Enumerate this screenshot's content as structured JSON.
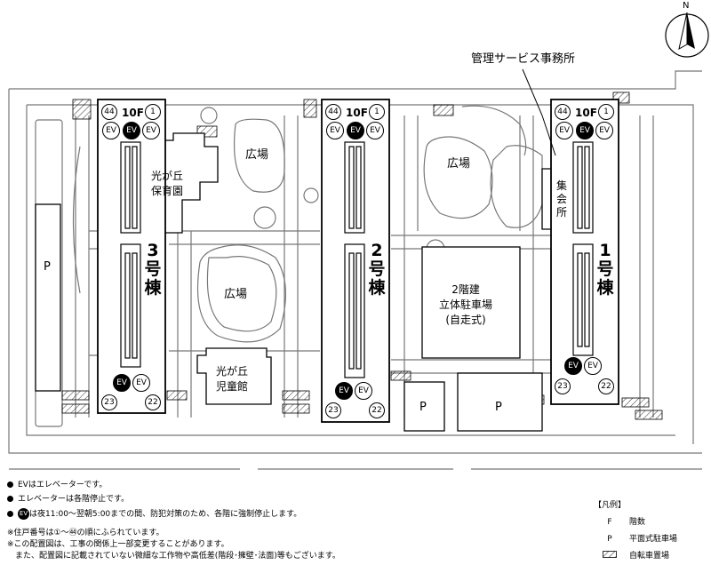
{
  "north": "N",
  "buildings": [
    {
      "id": "1",
      "name": "1号棟",
      "floors": "10F",
      "top_left_unit": "44",
      "top_right_unit": "1",
      "bottom_left_unit": "23",
      "bottom_right_unit": "22",
      "ev": "EV"
    },
    {
      "id": "2",
      "name": "2号棟",
      "floors": "10F",
      "top_left_unit": "44",
      "top_right_unit": "1",
      "bottom_left_unit": "23",
      "bottom_right_unit": "22",
      "ev": "EV"
    },
    {
      "id": "3",
      "name": "3号棟",
      "floors": "10F",
      "top_left_unit": "44",
      "top_right_unit": "1",
      "bottom_left_unit": "23",
      "bottom_right_unit": "22",
      "ev": "EV"
    }
  ],
  "labels": {
    "management": "管理サービス事務所",
    "hiroba": "広場",
    "nursery": "光が丘\n保育園",
    "childrens_hall": "光が丘\n児童館",
    "assembly": "集会所",
    "garage": "2階建\n立体駐車場\n(自走式)",
    "parking": "P"
  },
  "notes": [
    "EVはエレベーターです。",
    "エレベーターは各階停止です。",
    "は夜11:00～翌朝5:00までの間、防犯対策のため、各階に強制停止します。",
    "※住戸番号は①～㊹の順にふられています。",
    "※この配置図は、工事の関係上一部変更することがあります。",
    "また、配置図に記載されていない微細な工作物や高低差(階段･擁壁･法面)等もございます。"
  ],
  "legend": {
    "title": "【凡例】",
    "items": [
      {
        "symbol": "F",
        "label": "階数"
      },
      {
        "symbol": "P",
        "label": "平面式駐車場"
      },
      {
        "symbol": "hatch",
        "label": "自転車置場"
      }
    ]
  },
  "colors": {
    "line": "#000000",
    "fill": "#ffffff",
    "road": "#777777"
  }
}
